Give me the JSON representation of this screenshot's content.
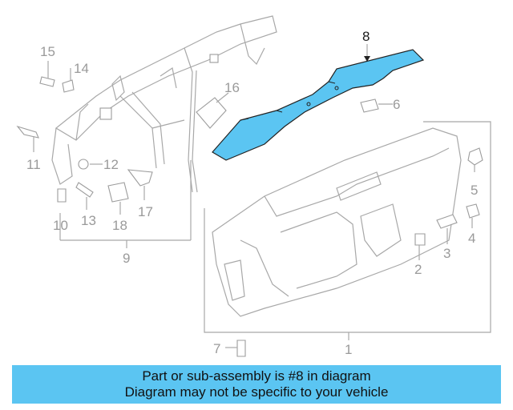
{
  "callouts": {
    "c1": "1",
    "c2": "2",
    "c3": "3",
    "c4": "4",
    "c5": "5",
    "c6": "6",
    "c7": "7",
    "c8": "8",
    "c9": "9",
    "c10": "10",
    "c11": "11",
    "c12": "12",
    "c13": "13",
    "c14": "14",
    "c15": "15",
    "c16": "16",
    "c17": "17",
    "c18": "18"
  },
  "highlight_color": "#5bc5f2",
  "banner": {
    "line1": "Part or sub-assembly is #8 in diagram",
    "line2": "Diagram may not be specific to your vehicle"
  }
}
